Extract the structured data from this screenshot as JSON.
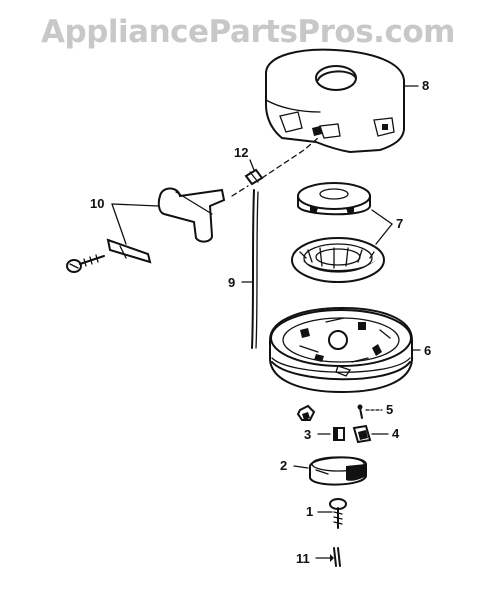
{
  "watermark": "AppliancePartsPros.com",
  "callouts": {
    "c1": "1",
    "c2": "2",
    "c3": "3",
    "c4": "4",
    "c5": "5",
    "c6": "6",
    "c7": "7",
    "c8": "8",
    "c9": "9",
    "c10": "10",
    "c11": "11",
    "c12": "12"
  }
}
